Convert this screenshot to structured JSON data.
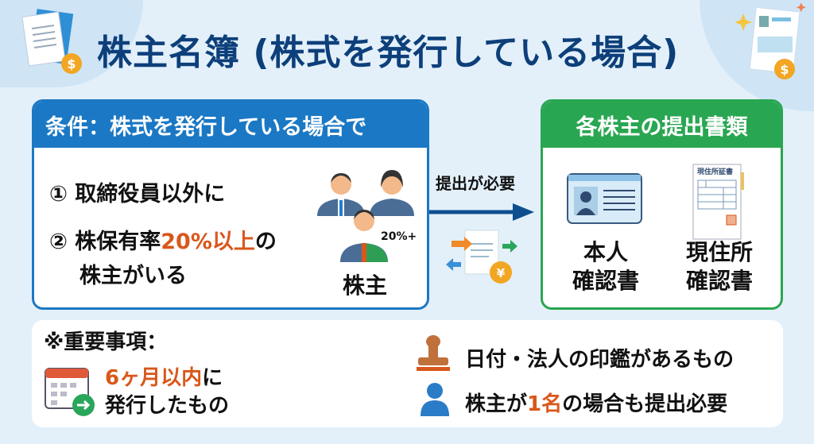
{
  "title": "株主名簿 (株式を発行している場合)",
  "condition": {
    "header": "条件：株式を発行している場合で",
    "item1": "① 取締役員以外に",
    "item2_prefix": "② 株保有率",
    "item2_highlight": "20%以上",
    "item2_suffix": "の",
    "item2_line2": "株主がいる",
    "badge": "20%+",
    "shareholder_label": "株主"
  },
  "arrow_label": "提出が必要",
  "documents": {
    "header": "各株主の提出書類",
    "doc1_line1": "本人",
    "doc1_line2": "確認書",
    "doc2_line1": "現住所",
    "doc2_line2": "確認書",
    "doc2_icon_title": "現住所証書"
  },
  "notes": {
    "heading": "※重要事項：",
    "n1_highlight": "6ヶ月以内",
    "n1_suffix": "に",
    "n1_line2": "発行したもの",
    "n2": "日付・法人の印鑑があるもの",
    "n3_prefix": "株主が",
    "n3_highlight": "1名",
    "n3_suffix": "の場合も提出必要"
  },
  "colors": {
    "title": "#0d3f7a",
    "blue": "#1b78c4",
    "green": "#29a651",
    "orange": "#d9571a"
  }
}
